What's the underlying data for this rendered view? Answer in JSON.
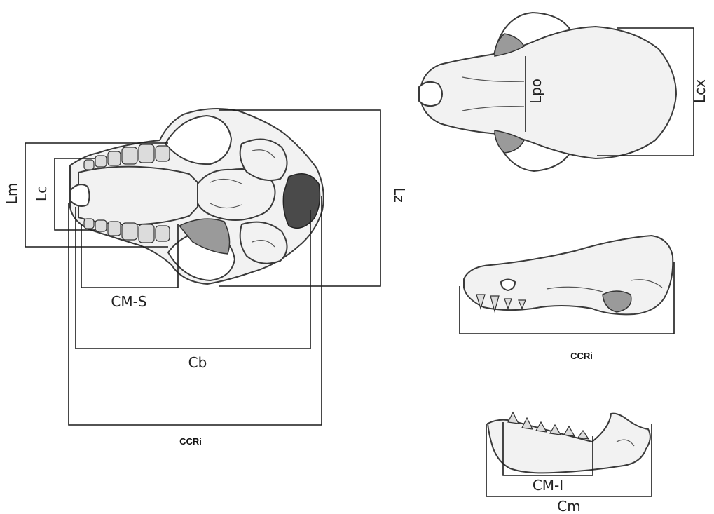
{
  "labels": {
    "lm": "Lm",
    "lc": "Lc",
    "cms": "CM-S",
    "cb": "Cb",
    "lz": "Lz",
    "ccri_ventral": "CCRi",
    "lpo": "Lpo",
    "lcx": "Lcx",
    "ccri_lateral": "CCRi",
    "cmi": "CM-I",
    "cm": "Cm"
  }
}
